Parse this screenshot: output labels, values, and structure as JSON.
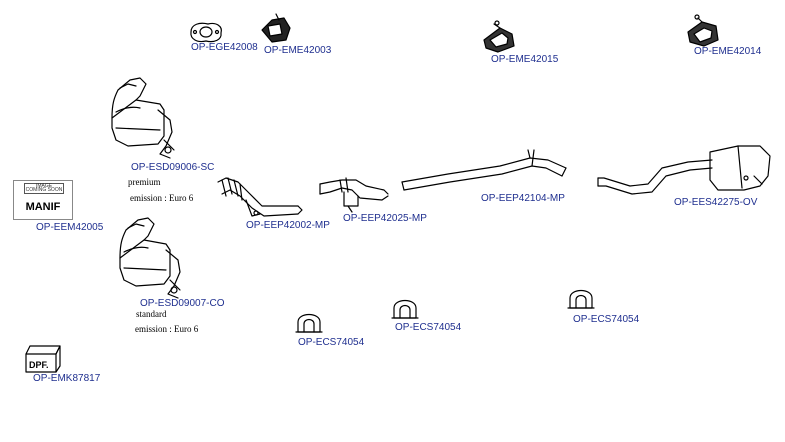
{
  "parts": {
    "ege42008": "OP-EGE42008",
    "eme42003": "OP-EME42003",
    "eme42015": "OP-EME42015",
    "eme42014": "OP-EME42014",
    "esd09006": "OP-ESD09006-SC",
    "eem42005": "OP-EEM42005",
    "eep42002": "OP-EEP42002-MP",
    "eep42025": "OP-EEP42025-MP",
    "eep42104": "OP-EEP42104-MP",
    "ees42275": "OP-EES42275-OV",
    "esd09007": "OP-ESD09007-CO",
    "ecs74054_a": "OP-ECS74054",
    "ecs74054_b": "OP-ECS74054",
    "ecs74054_c": "OP-ECS74054",
    "emk87817": "OP-EMK87817"
  },
  "notes": {
    "premium": "premium",
    "emission_1": "emission : Euro 6",
    "standard": "standard",
    "emission_2": "emission : Euro 6"
  },
  "manif_placeholder": {
    "image_line": "IMAGE",
    "coming_line": "COMING SOON",
    "label": "MANIF"
  },
  "dpf_label": "DPF."
}
